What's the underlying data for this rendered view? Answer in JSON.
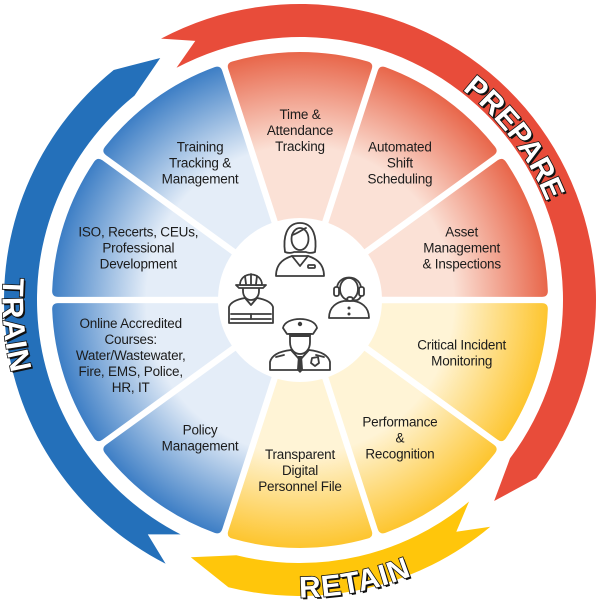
{
  "diagram": {
    "type": "cycle-wheel",
    "phases": [
      {
        "id": "prepare",
        "label": "PREPARE",
        "color": "#E84C3A",
        "segment_color_outer": "#E8664A",
        "segment_color_inner": "#FBE1D6",
        "segments": [
          {
            "lines": [
              "Time &",
              "Attendance",
              "Tracking"
            ]
          },
          {
            "lines": [
              "Automated",
              "Shift",
              "Scheduling"
            ]
          },
          {
            "lines": [
              "Asset",
              "Management",
              "& Inspections"
            ]
          }
        ]
      },
      {
        "id": "retain",
        "label": "RETAIN",
        "color": "#FFC60B",
        "segment_color_outer": "#FDC52E",
        "segment_color_inner": "#FFF4D6",
        "segments": [
          {
            "lines": [
              "Critical Incident",
              "Monitoring"
            ]
          },
          {
            "lines": [
              "Performance",
              "&",
              "Recognition"
            ]
          },
          {
            "lines": [
              "Transparent",
              "Digital",
              "Personnel File"
            ]
          }
        ]
      },
      {
        "id": "train",
        "label": "TRAIN",
        "color": "#2470BA",
        "segment_color_outer": "#3D7EC5",
        "segment_color_inner": "#E4EDF8",
        "segments": [
          {
            "lines": [
              "Policy",
              "Management"
            ]
          },
          {
            "lines": [
              "Online Accredited",
              "Courses:",
              "Water/Wastewater,",
              "Fire, EMS, Police,",
              "HR, IT"
            ]
          },
          {
            "lines": [
              "ISO, Recerts, CEUs,",
              "Professional",
              "Development"
            ]
          },
          {
            "lines": [
              "Training",
              "Tracking &",
              "Management"
            ]
          }
        ]
      }
    ],
    "hub_icons": [
      {
        "name": "office-worker-icon",
        "description": "woman with name badge"
      },
      {
        "name": "dispatcher-headset-icon",
        "description": "person with headset"
      },
      {
        "name": "police-officer-icon",
        "description": "police officer with cap and badge"
      },
      {
        "name": "firefighter-icon",
        "description": "firefighter with helmet"
      }
    ]
  }
}
